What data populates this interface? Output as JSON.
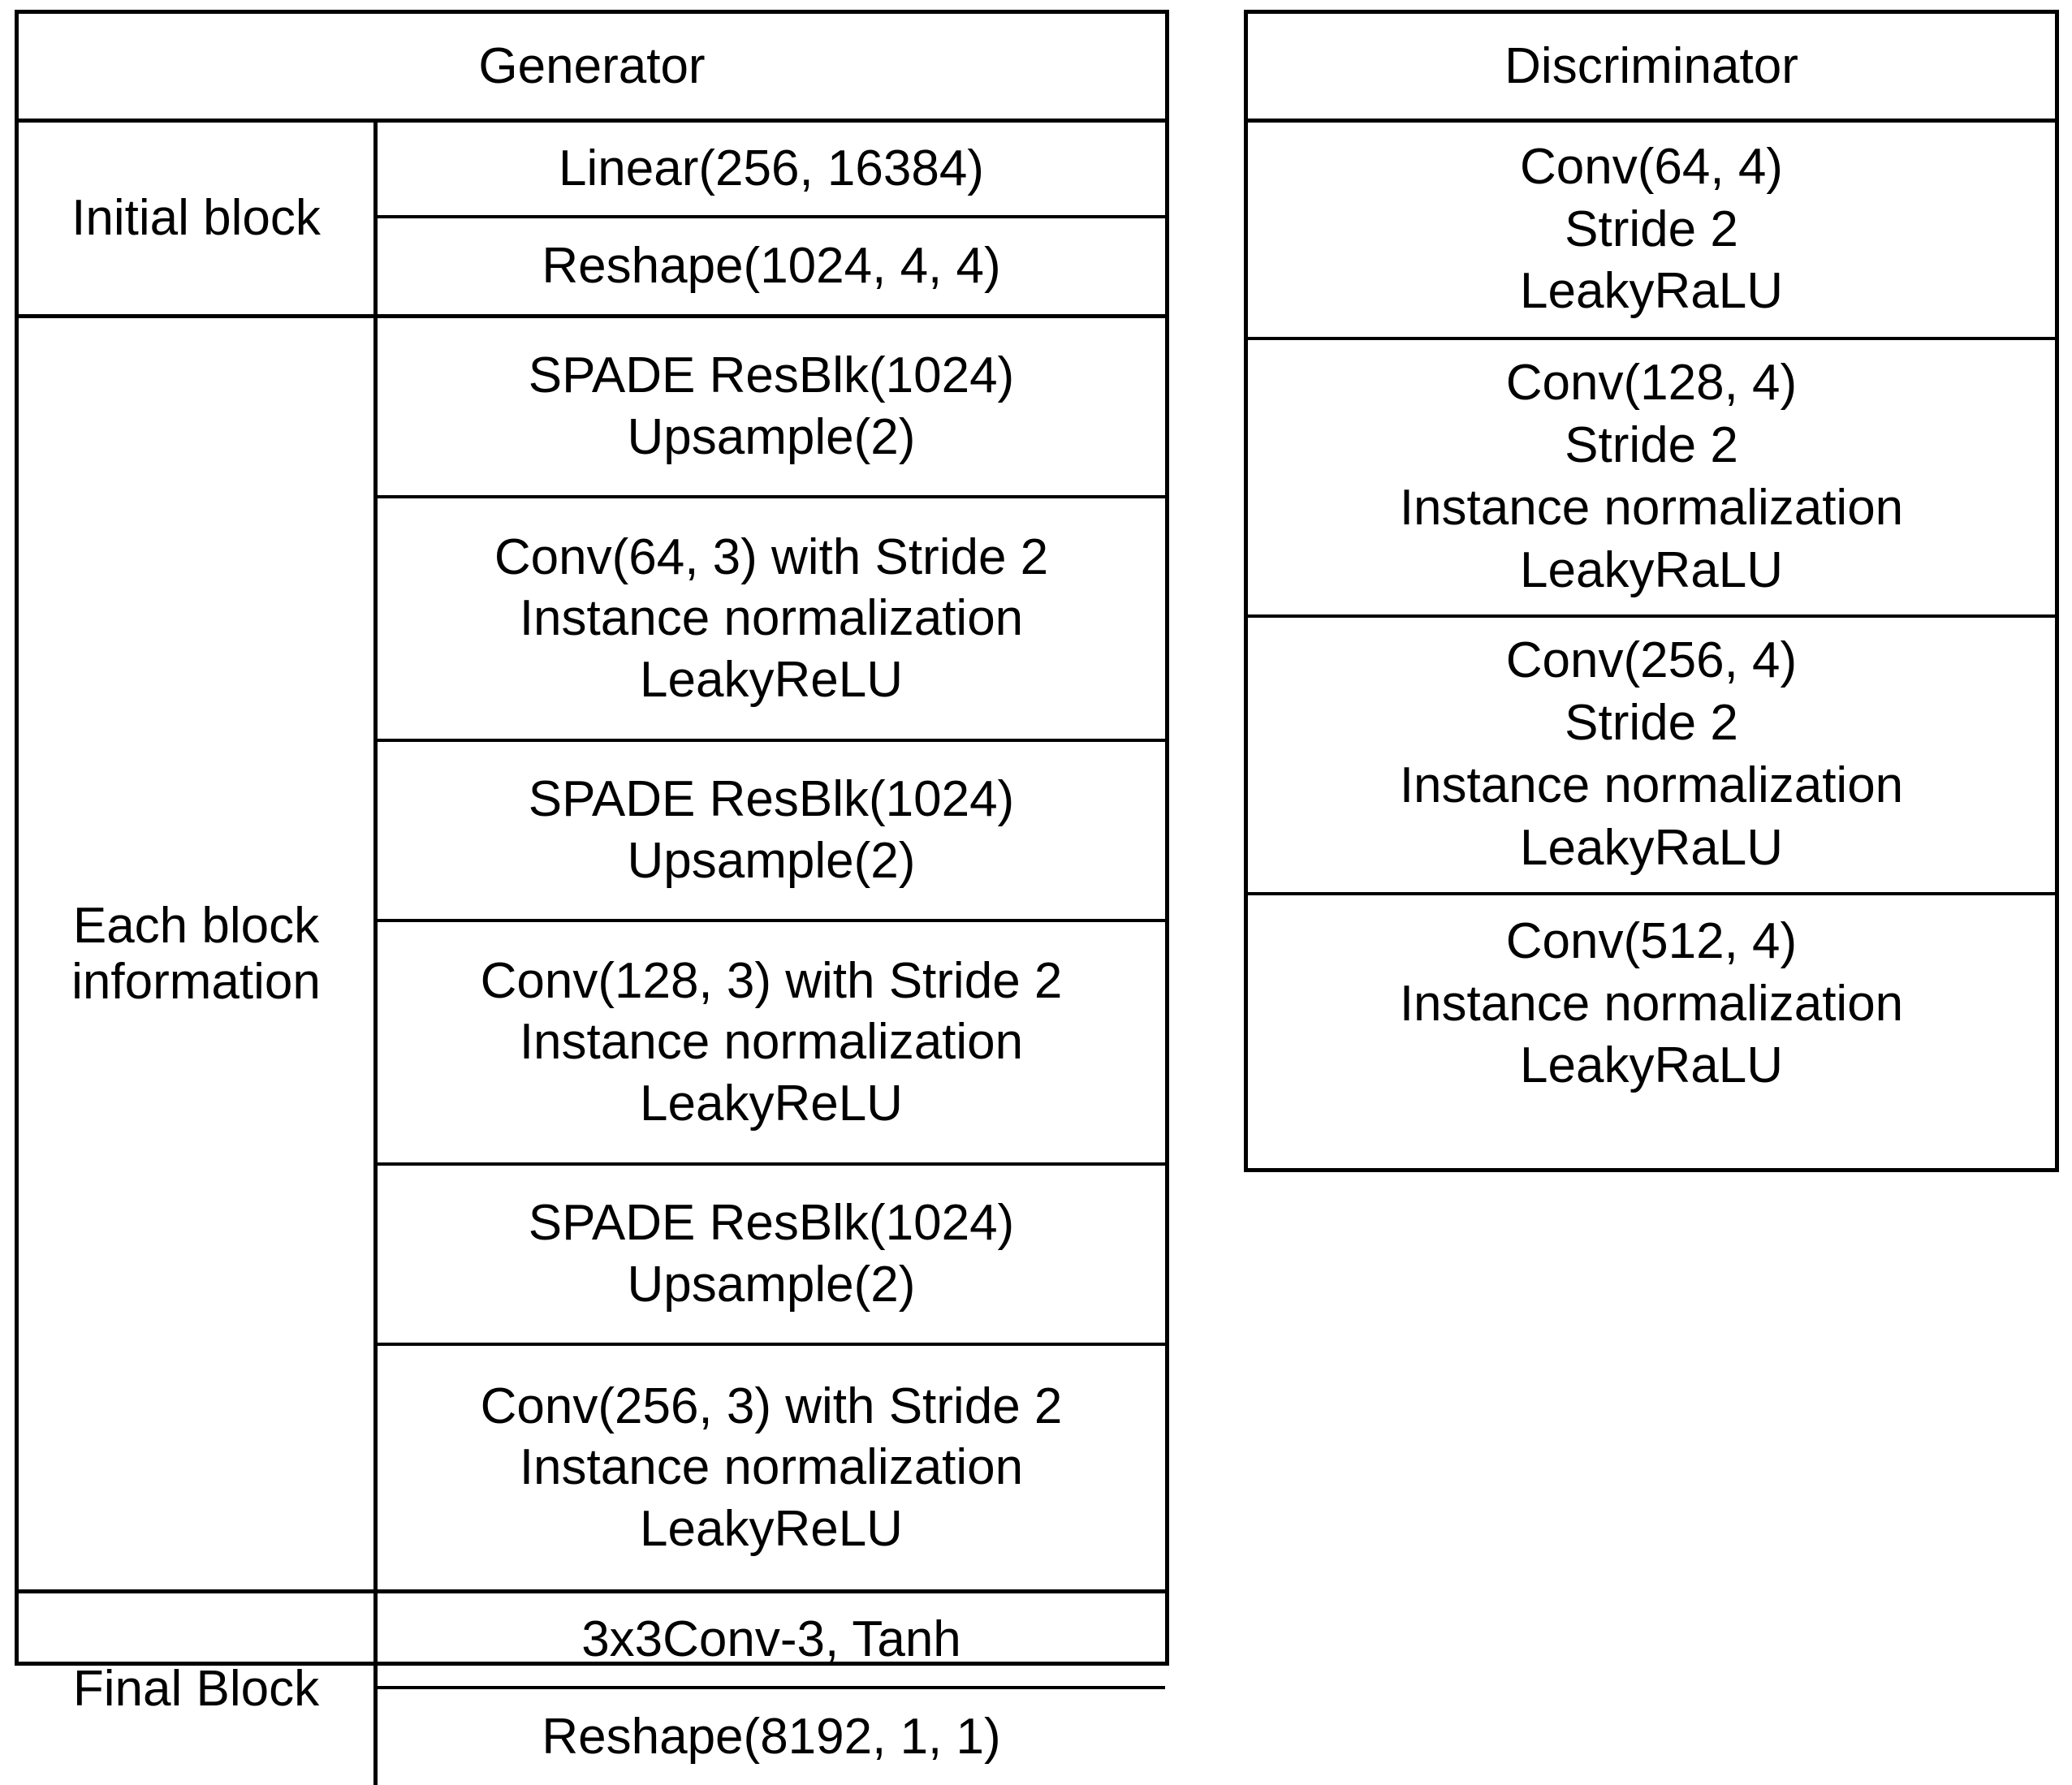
{
  "colors": {
    "background": "#ffffff",
    "text": "#000000",
    "border": "#000000"
  },
  "generator": {
    "title": "Generator",
    "groups": [
      {
        "label": "Initial block",
        "rows": [
          "Linear(256, 16384)",
          "Reshape(1024, 4, 4)"
        ]
      },
      {
        "label": "Each block\ninformation",
        "rows": [
          "SPADE ResBlk(1024)\nUpsample(2)",
          "Conv(64, 3) with Stride 2\nInstance normalization\nLeakyReLU",
          "SPADE ResBlk(1024)\nUpsample(2)",
          "Conv(128, 3) with Stride 2\nInstance normalization\nLeakyReLU",
          "SPADE ResBlk(1024)\nUpsample(2)",
          "Conv(256, 3) with Stride 2\nInstance normalization\nLeakyReLU"
        ]
      },
      {
        "label": "Final Block",
        "rows": [
          "3x3Conv-3, Tanh",
          "Reshape(8192, 1, 1)"
        ]
      }
    ]
  },
  "discriminator": {
    "title": "Discriminator",
    "rows": [
      "Conv(64, 4)\nStride 2\nLeakyRaLU",
      "Conv(128, 4)\nStride 2\nInstance normalization\nLeakyRaLU",
      "Conv(256, 4)\nStride 2\nInstance normalization\nLeakyRaLU",
      "Conv(512, 4)\nInstance normalization\nLeakyRaLU"
    ]
  }
}
